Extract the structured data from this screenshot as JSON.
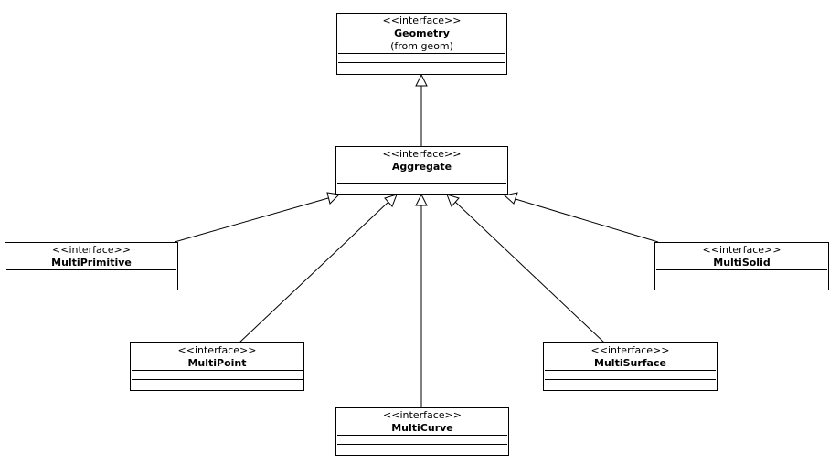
{
  "stereotype": "<<interface>>",
  "classes": {
    "geometry": {
      "name": "Geometry",
      "origin": "(from geom)"
    },
    "aggregate": {
      "name": "Aggregate"
    },
    "multiprimitive": {
      "name": "MultiPrimitive"
    },
    "multisolid": {
      "name": "MultiSolid"
    },
    "multipoint": {
      "name": "MultiPoint"
    },
    "multisurface": {
      "name": "MultiSurface"
    },
    "multicurve": {
      "name": "MultiCurve"
    }
  }
}
